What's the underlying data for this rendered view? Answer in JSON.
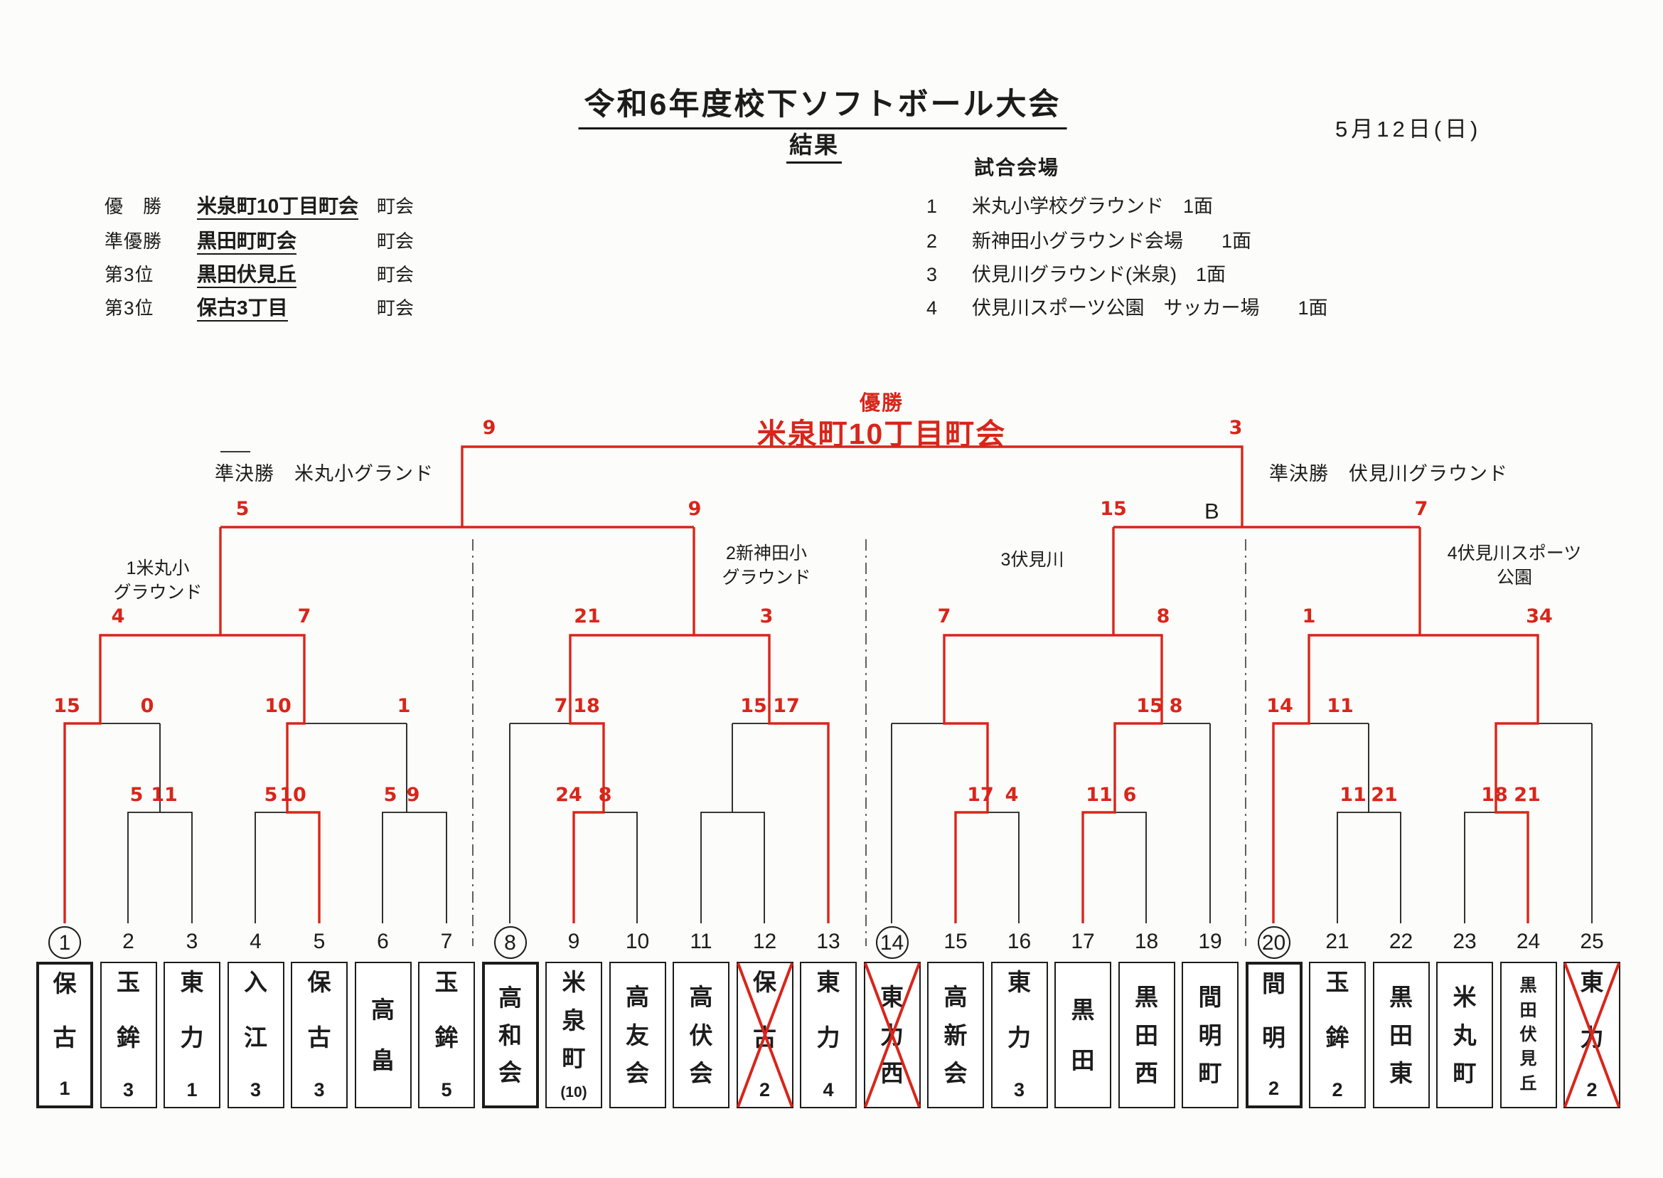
{
  "page": {
    "title": "令和6年度校下ソフトボール大会",
    "subtitle": "結果",
    "date": "5月12日(日)"
  },
  "results": [
    {
      "rank": "優　勝",
      "team": "米泉町10丁目町会",
      "assoc": "町会"
    },
    {
      "rank": "準優勝",
      "team": "黒田町町会",
      "assoc": "町会"
    },
    {
      "rank": "第3位",
      "team": "黒田伏見丘",
      "assoc": "町会"
    },
    {
      "rank": "第3位",
      "team": "保古3丁目",
      "assoc": "町会"
    }
  ],
  "venues": {
    "header": "試合会場",
    "items": [
      {
        "no": "1",
        "name": "米丸小学校グラウンド　1面"
      },
      {
        "no": "2",
        "name": "新神田小グラウンド会場　　1面"
      },
      {
        "no": "3",
        "name": "伏見川グラウンド(米泉)　1面"
      },
      {
        "no": "4",
        "name": "伏見川スポーツ公園　サッカー場　　1面"
      }
    ]
  },
  "bracket": {
    "champion_label": "優勝",
    "champion": "米泉町10丁目町会",
    "semifinal_left": "準決勝　米丸小グランド",
    "semifinal_right": "準決勝　伏見川グラウンド",
    "b_label": "B",
    "grounds": [
      {
        "line1": "1米丸小",
        "line2": "グラウンド"
      },
      {
        "line1": "2新神田小",
        "line2": "グラウンド"
      },
      {
        "line1": "3伏見川",
        "line2": ""
      },
      {
        "line1": "4伏見川スポーツ",
        "line2": "公園"
      }
    ],
    "scores": {
      "m1": [
        "5",
        "11"
      ],
      "m2": [
        "15",
        "0"
      ],
      "m3": [
        "5",
        "10"
      ],
      "m4": [
        "5",
        "9"
      ],
      "m5": [
        "10",
        "1"
      ],
      "m6": [
        "24",
        "8"
      ],
      "m7": [
        "7",
        "18"
      ],
      "m9": [
        "15",
        "17"
      ],
      "m10": [
        "17",
        "4"
      ],
      "m12": [
        "11",
        "6"
      ],
      "m13": [
        "15",
        "8"
      ],
      "m15": [
        "14",
        "11"
      ],
      "m14": [
        "11",
        "21"
      ],
      "m16": [
        "18",
        "21"
      ],
      "v1": [
        "4",
        "7"
      ],
      "v2": [
        "21",
        "3"
      ],
      "v3": [
        "7",
        "8"
      ],
      "v4": [
        "1",
        "34"
      ],
      "sfl": [
        "5",
        "9"
      ],
      "sfr": [
        "15",
        "7"
      ],
      "fin": [
        "9",
        "3"
      ]
    }
  },
  "teams": [
    {
      "no": "1",
      "name": "保古",
      "suffix": "1",
      "host": true,
      "bold": true,
      "crossed": false
    },
    {
      "no": "2",
      "name": "玉鉾",
      "suffix": "3",
      "host": false,
      "bold": false,
      "crossed": false
    },
    {
      "no": "3",
      "name": "東力",
      "suffix": "1",
      "host": false,
      "bold": false,
      "crossed": false
    },
    {
      "no": "4",
      "name": "入江",
      "suffix": "3",
      "host": false,
      "bold": false,
      "crossed": false
    },
    {
      "no": "5",
      "name": "保古",
      "suffix": "3",
      "host": false,
      "bold": false,
      "crossed": false
    },
    {
      "no": "6",
      "name": "高畠",
      "suffix": "",
      "host": false,
      "bold": false,
      "crossed": false
    },
    {
      "no": "7",
      "name": "玉鉾",
      "suffix": "5",
      "host": false,
      "bold": false,
      "crossed": false
    },
    {
      "no": "8",
      "name": "高和会",
      "suffix": "",
      "host": true,
      "bold": true,
      "crossed": false
    },
    {
      "no": "9",
      "name": "米泉町",
      "suffix": "(10)",
      "host": false,
      "bold": false,
      "crossed": false
    },
    {
      "no": "10",
      "name": "高友会",
      "suffix": "",
      "host": false,
      "bold": false,
      "crossed": false
    },
    {
      "no": "11",
      "name": "高伏会",
      "suffix": "",
      "host": false,
      "bold": false,
      "crossed": false
    },
    {
      "no": "12",
      "name": "保古",
      "suffix": "2",
      "host": false,
      "bold": false,
      "crossed": true
    },
    {
      "no": "13",
      "name": "東力",
      "suffix": "4",
      "host": false,
      "bold": false,
      "crossed": false
    },
    {
      "no": "14",
      "name": "東力西",
      "suffix": "",
      "host": true,
      "bold": false,
      "crossed": true
    },
    {
      "no": "15",
      "name": "高新会",
      "suffix": "",
      "host": false,
      "bold": false,
      "crossed": false
    },
    {
      "no": "16",
      "name": "東力",
      "suffix": "3",
      "host": false,
      "bold": false,
      "crossed": false
    },
    {
      "no": "17",
      "name": "黒田",
      "suffix": "",
      "host": false,
      "bold": false,
      "crossed": false
    },
    {
      "no": "18",
      "name": "黒田西",
      "suffix": "",
      "host": false,
      "bold": false,
      "crossed": false
    },
    {
      "no": "19",
      "name": "間明町",
      "suffix": "",
      "host": false,
      "bold": false,
      "crossed": false
    },
    {
      "no": "20",
      "name": "間明",
      "suffix": "2",
      "host": true,
      "bold": true,
      "crossed": false
    },
    {
      "no": "21",
      "name": "玉鉾",
      "suffix": "2",
      "host": false,
      "bold": false,
      "crossed": false
    },
    {
      "no": "22",
      "name": "黒田東",
      "suffix": "",
      "host": false,
      "bold": false,
      "crossed": false
    },
    {
      "no": "23",
      "name": "米丸町",
      "suffix": "",
      "host": false,
      "bold": false,
      "crossed": false
    },
    {
      "no": "24",
      "name": "黒田伏見丘",
      "suffix": "",
      "host": false,
      "bold": false,
      "crossed": false
    },
    {
      "no": "25",
      "name": "東力",
      "suffix": "2",
      "host": false,
      "bold": false,
      "crossed": true
    }
  ]
}
